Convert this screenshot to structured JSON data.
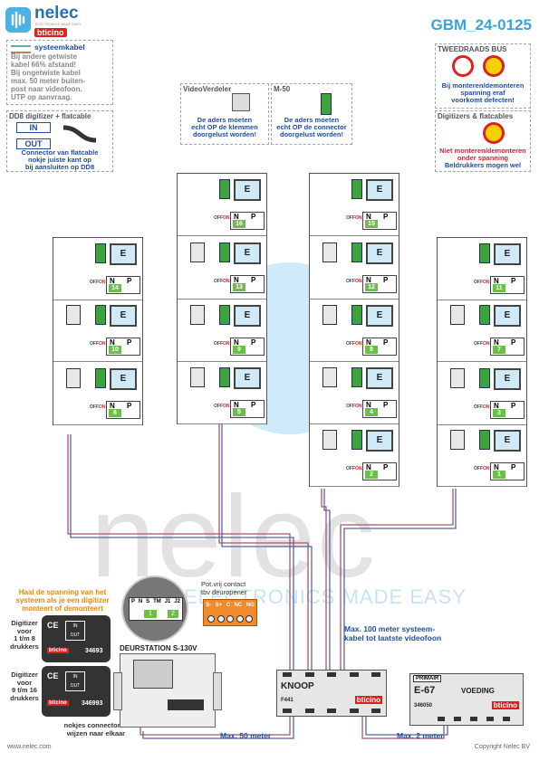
{
  "header": {
    "brand": "nelec",
    "brand_sub": "ELECTRONICS MADE EASY",
    "bticino": "bticino",
    "doc_code": "GBM_24-0125"
  },
  "notes": {
    "systeemkabel": {
      "title": "systeemkabel",
      "lines": [
        "Bij andere getwiste",
        "kabel 66% afstand!",
        "Bij ongetwiste kabel",
        "max. 50 meter buiten-",
        "post naar videofoon.",
        "UTP op aanvraag."
      ]
    },
    "dd8": {
      "title": "DD8 digitizer + flatcable",
      "in": "IN",
      "out": "OUT",
      "lines": [
        "Connector van flatcable",
        "nokje juiste kant op",
        "bij aansluiten op DD8"
      ]
    },
    "videoverdeler": {
      "title": "VideoVerdeler",
      "lines": [
        "De aders moeten",
        "echt OP de klemmen",
        "doorgelust worden!"
      ]
    },
    "m50": {
      "title": "M-50",
      "lines": [
        "De aders moeten",
        "echt OP de connector",
        "doorgelust worden!"
      ]
    },
    "tweedraads": {
      "title": "TWEEDRAADS BUS",
      "lines": [
        "Bij monteren/demonteren",
        "spanning eraf",
        "voorkomt defecten!"
      ]
    },
    "digitizers": {
      "title": "Digitizers & flatcables",
      "lines": [
        "Niet monteren/demonteren",
        "onder spanning",
        "Beldrukkers mogen wel"
      ]
    }
  },
  "apartment": {
    "monitor_label": "E",
    "n_label": "N",
    "p_label": "P",
    "off": "OFF",
    "on": "ON"
  },
  "columns": [
    {
      "numbers": [
        "14",
        "10",
        "6"
      ]
    },
    {
      "numbers": [
        "16",
        "13",
        "9",
        "5"
      ]
    },
    {
      "numbers": [
        "15",
        "12",
        "8",
        "4",
        "2"
      ]
    },
    {
      "numbers": [
        "11",
        "7",
        "3",
        "1"
      ]
    }
  ],
  "bottom": {
    "watermark": "nelec",
    "watermark_sub": "ELECTRONICS MADE EASY",
    "haal_spanning": [
      "Haal de spanning van het",
      "systeem als je een digitizer",
      "monteert of demonteert"
    ],
    "digitizer1": [
      "Digitizer",
      "voor",
      "1 t/m 8",
      "drukkers"
    ],
    "digitizer2": [
      "Digitizer",
      "voor",
      "9 t/m 16",
      "drukkers"
    ],
    "digitizer1_code": "34693",
    "digitizer2_code": "346993",
    "keypad_labels": [
      "P",
      "N",
      "S",
      "TM",
      "J1",
      "J2"
    ],
    "keypad_nums": [
      "1",
      "2"
    ],
    "pot_vrij": [
      "Pot.vrij contact",
      "tbv deuropener"
    ],
    "relay_labels": [
      "S-",
      "S+",
      "C",
      "NC",
      "NO"
    ],
    "deurstation": "DEURSTATION S-130V",
    "nokjes": [
      "nokjes connectoren",
      "wijzen naar elkaar"
    ],
    "knoop_title": "KNOOP",
    "knoop_code": "F441",
    "voeding_primair": "PRIMAIR",
    "voeding_model": "E-67",
    "voeding_label": "VOEDING",
    "voeding_code": "346050",
    "max100": [
      "Max. 100 meter systeem-",
      "kabel tot laatste videofoon"
    ],
    "max50": "Max. 50 meter",
    "max2": "Max. 2 meter",
    "website": "www.nelec.com",
    "copyright": "Copyright Nelec BV"
  }
}
